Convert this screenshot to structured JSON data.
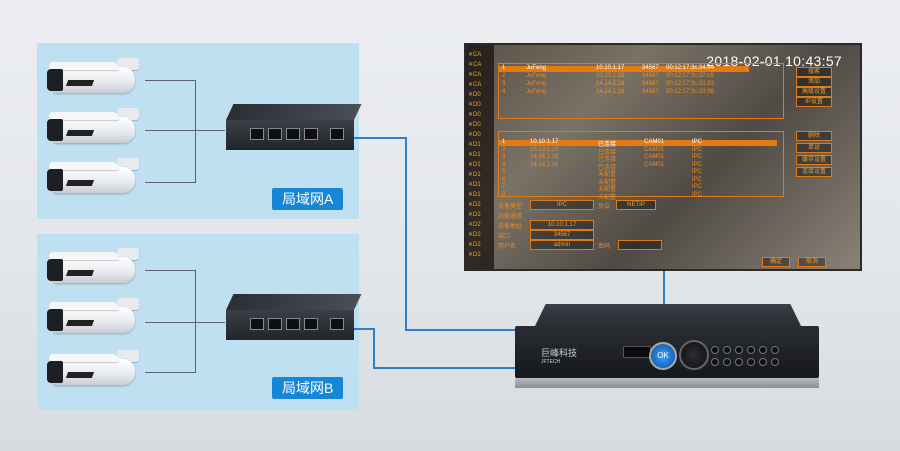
{
  "lan_a_label": "局域网A",
  "lan_b_label": "局域网B",
  "nvr": {
    "brand": "巨峰科技",
    "brand_en": "JFTECH",
    "ok_label": "OK"
  },
  "monitor": {
    "clock": "2018-02-01  10:43:57",
    "side_labels": [
      "CA",
      "CA",
      "CA",
      "CA",
      "D0",
      "D0",
      "D0",
      "D0",
      "D0",
      "D1",
      "D1",
      "D1",
      "D1",
      "D1",
      "D1",
      "D2",
      "D2",
      "D2",
      "D2",
      "D2",
      "D2"
    ],
    "top_rows": [
      {
        "no": "1",
        "name": "JuFeng",
        "ip": "10.10.1.17",
        "port": "34567",
        "mac": "00:12:17:3c:34:44"
      },
      {
        "no": "2",
        "name": "JuFeng",
        "ip": "10.10.1.18",
        "port": "34567",
        "mac": "00:12:17:3c:37:c6"
      },
      {
        "no": "3",
        "name": "JuFeng",
        "ip": "14.14.1.18",
        "port": "34567",
        "mac": "00:12:17:3c:31:83"
      },
      {
        "no": "4",
        "name": "JuFeng",
        "ip": "14.14.1.16",
        "port": "34567",
        "mac": "00:12:17:3c:33:98"
      }
    ],
    "bottom_rows": [
      {
        "no": "1",
        "ip": "10.10.1.17",
        "state": "已连接",
        "ch": "CAM01",
        "type": "IPC"
      },
      {
        "no": "2",
        "ip": "10.10.1.18",
        "state": "已连接",
        "ch": "CAM01",
        "type": "IPC"
      },
      {
        "no": "3",
        "ip": "14.14.1.18",
        "state": "已连接",
        "ch": "CAM01",
        "type": "IPC"
      },
      {
        "no": "4",
        "ip": "14.14.1.16",
        "state": "已连接",
        "ch": "CAM01",
        "type": "IPC"
      },
      {
        "no": "5",
        "ip": "",
        "state": "未配置",
        "ch": "",
        "type": "IPC"
      },
      {
        "no": "6",
        "ip": "",
        "state": "未配置",
        "ch": "",
        "type": "IPC"
      },
      {
        "no": "7",
        "ip": "",
        "state": "未配置",
        "ch": "",
        "type": "IPC"
      },
      {
        "no": "8",
        "ip": "",
        "state": "未配置",
        "ch": "",
        "type": "IPC"
      }
    ],
    "form": {
      "type_label": "设备类型",
      "type_value": "IPC",
      "proto_label": "协议",
      "proto_value": "NETIP",
      "channel_label": "远程通道",
      "addr_label": "设备地址",
      "addr_value": "10.10.1.17",
      "port_label": "端口",
      "port_value": "34567",
      "user_label": "用户名",
      "user_value": "admin",
      "pwd_label": "密码"
    },
    "buttons": [
      "搜索",
      "添加",
      "高级设置",
      "IP设置",
      "删除",
      "单设",
      "缓存设置",
      "连接设置"
    ],
    "ok_button": "确定",
    "cancel_button": "取消"
  }
}
